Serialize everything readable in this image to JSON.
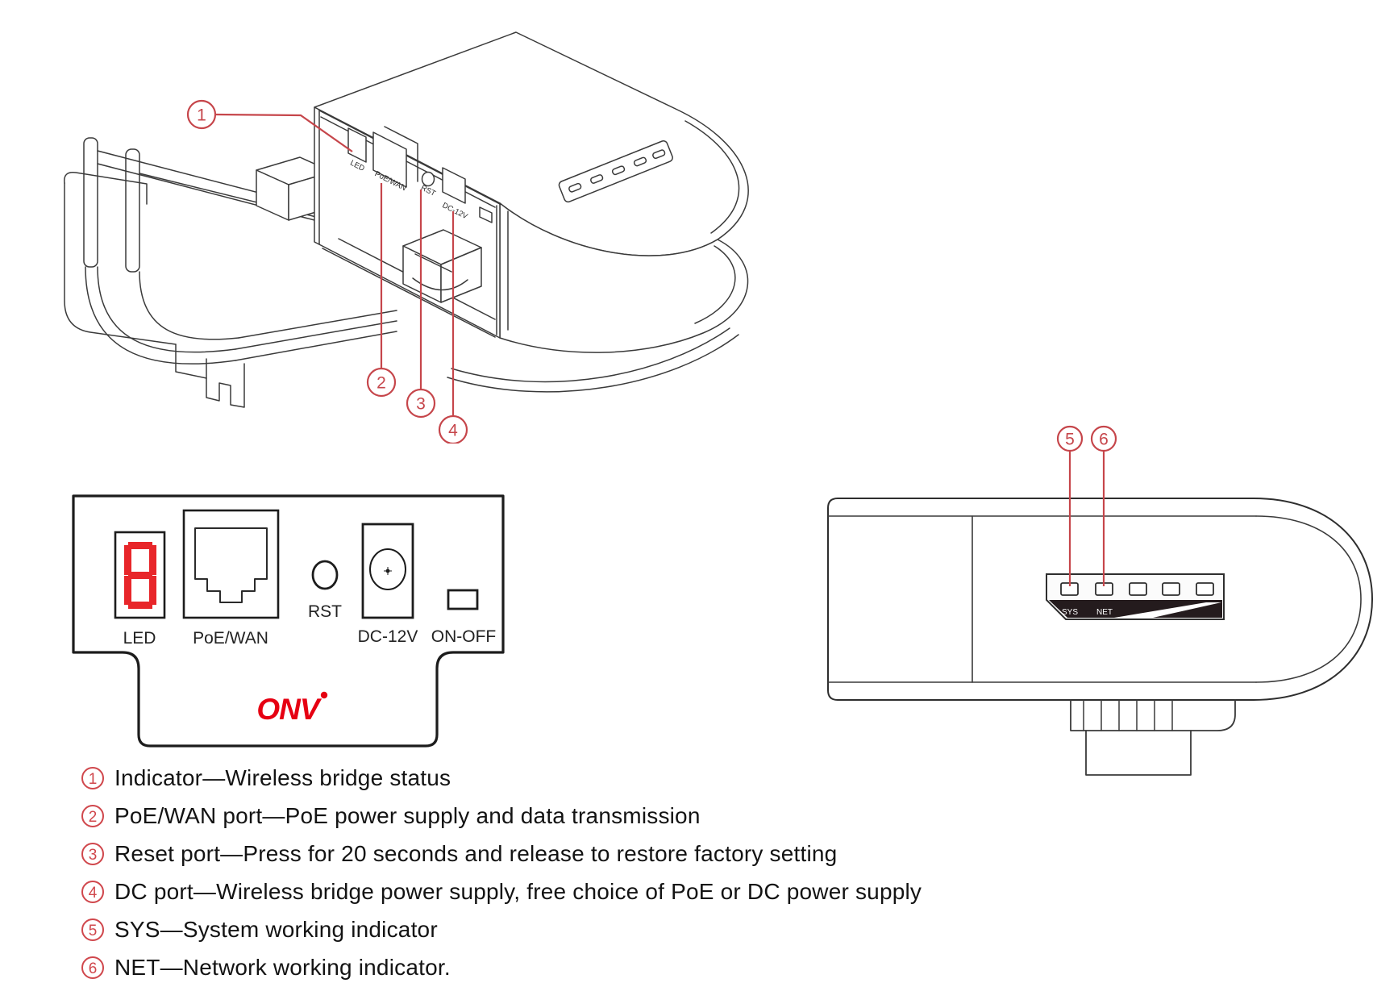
{
  "iso_view": {
    "callout_1": "1",
    "callout_2": "2",
    "callout_3": "3",
    "callout_4": "4",
    "led_label": "LED",
    "poe_label": "PoE/WAN",
    "rst_label": "RST",
    "dc_label": "DC-12V"
  },
  "front_panel": {
    "led_label": "LED",
    "poe_label": "PoE/WAN",
    "rst_label": "RST",
    "dc_label": "DC-12V",
    "onoff_label": "ON-OFF",
    "logo_text": "ONV",
    "seven_segment_value": "8"
  },
  "side_view": {
    "callout_5": "5",
    "callout_6": "6",
    "sys_label": "SYS",
    "net_label": "NET"
  },
  "legend": {
    "items": [
      {
        "num": "1",
        "text": "Indicator—Wireless bridge status"
      },
      {
        "num": "2",
        "text": "PoE/WAN port—PoE power supply and data transmission"
      },
      {
        "num": "3",
        "text": "Reset port—Press for 20 seconds and release to restore factory setting"
      },
      {
        "num": "4",
        "text": "DC port—Wireless bridge power supply, free choice of PoE or DC power supply"
      },
      {
        "num": "5",
        "text": "SYS—System working indicator"
      },
      {
        "num": "6",
        "text": "NET—Network working indicator."
      }
    ]
  },
  "colors": {
    "callout_red": "#d0474c",
    "callout_line_red": "#c6464b",
    "logo_red": "#e60012",
    "led_segment_red": "#e8262a",
    "line_ink": "#3a3a3a",
    "indicator_strip_dark": "#241b1d"
  }
}
